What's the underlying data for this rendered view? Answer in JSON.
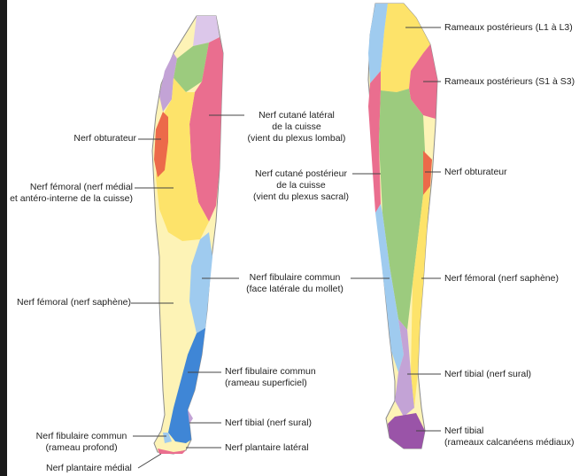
{
  "colors": {
    "background": "#ffffff",
    "frame": "#1a1a1a",
    "yellow": "#fde36a",
    "pale_yellow": "#fdf3b6",
    "pink": "#ea6e8f",
    "green": "#9ccb7e",
    "purple": "#c3a3d6",
    "light_purple": "#dcc7ea",
    "orange_red": "#ec6a4a",
    "light_blue": "#9fcbef",
    "blue": "#3f86d6",
    "dark_purple": "#9a54a8",
    "line": "#444444"
  },
  "anterior": {
    "obturateur": "Nerf obturateur",
    "femoral_medial": [
      "Nerf fémoral (nerf médial",
      "et antéro-interne de la cuisse)"
    ],
    "cutane_lateral": [
      "Nerf cutané latéral",
      "de la cuisse",
      "(vient du plexus lombal)"
    ],
    "fibulaire_face": [
      "Nerf fibulaire commun",
      "(face latérale du mollet)"
    ],
    "saphene": "Nerf fémoral (nerf saphène)",
    "fibulaire_superficiel": [
      "Nerf fibulaire commun",
      "(rameau superficiel)"
    ],
    "tibial_sural": "Nerf tibial (nerf sural)",
    "fibulaire_profond": [
      "Nerf fibulaire commun",
      "(rameau profond)"
    ],
    "plantaire_lateral": "Nerf plantaire latéral",
    "plantaire_medial": "Nerf plantaire médial"
  },
  "posterior": {
    "rameaux_L": "Rameaux postérieurs (L1 à L3)",
    "rameaux_S": "Rameaux postérieurs (S1 à S3)",
    "cutane_posterieur": [
      "Nerf cutané postérieur",
      "de la cuisse",
      "(vient du plexus sacral)"
    ],
    "obturateur": "Nerf obturateur",
    "saphene": "Nerf fémoral (nerf saphène)",
    "tibial_sural": "Nerf tibial (nerf sural)",
    "tibial_calcaneen": [
      "Nerf tibial",
      "(rameaux calcanéens médiaux)"
    ]
  }
}
